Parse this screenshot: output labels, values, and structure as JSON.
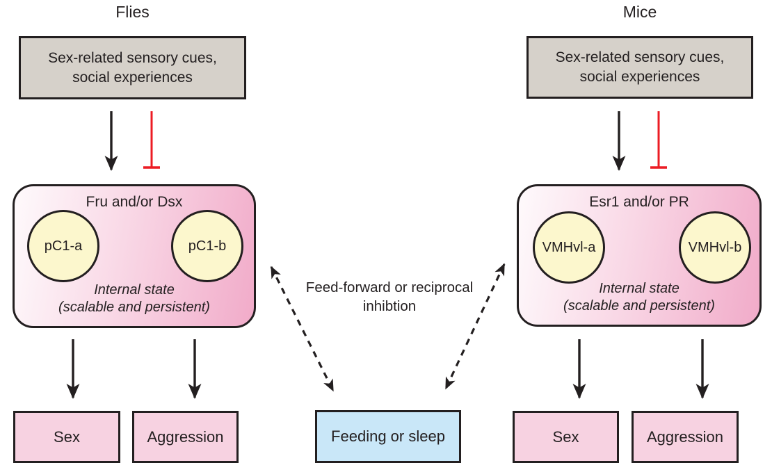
{
  "diagram": {
    "flies": {
      "title": "Flies",
      "input": "Sex-related sensory cues, social experiences",
      "state": {
        "label": "Fru and/or Dsx",
        "node_a": "pC1-a",
        "node_b": "pC1-b",
        "caption_line1": "Internal state",
        "caption_line2": "(scalable and persistent)"
      },
      "outputs": [
        "Sex",
        "Aggression"
      ]
    },
    "mice": {
      "title": "Mice",
      "input": "Sex-related sensory cues, social experiences",
      "state": {
        "label": "Esr1 and/or PR",
        "node_a": "VMHvl-a",
        "node_b": "VMHvl-b",
        "caption_line1": "Internal state",
        "caption_line2": "(scalable and persistent)"
      },
      "outputs": [
        "Sex",
        "Aggression"
      ]
    },
    "center": {
      "inhibition_line1": "Feed-forward or reciprocal",
      "inhibition_line2": "inhibtion",
      "competing_box": "Feeding or sleep"
    },
    "colors": {
      "sensory_box_fill": "#d6d1ca",
      "state_box_pink": "#f1abc9",
      "node_fill": "#fcf7cd",
      "output_box_fill": "#f7d2e1",
      "competing_box_fill": "#c9e7f8",
      "inhibitory_red": "#ec1c24",
      "line_black": "#231f20"
    }
  }
}
